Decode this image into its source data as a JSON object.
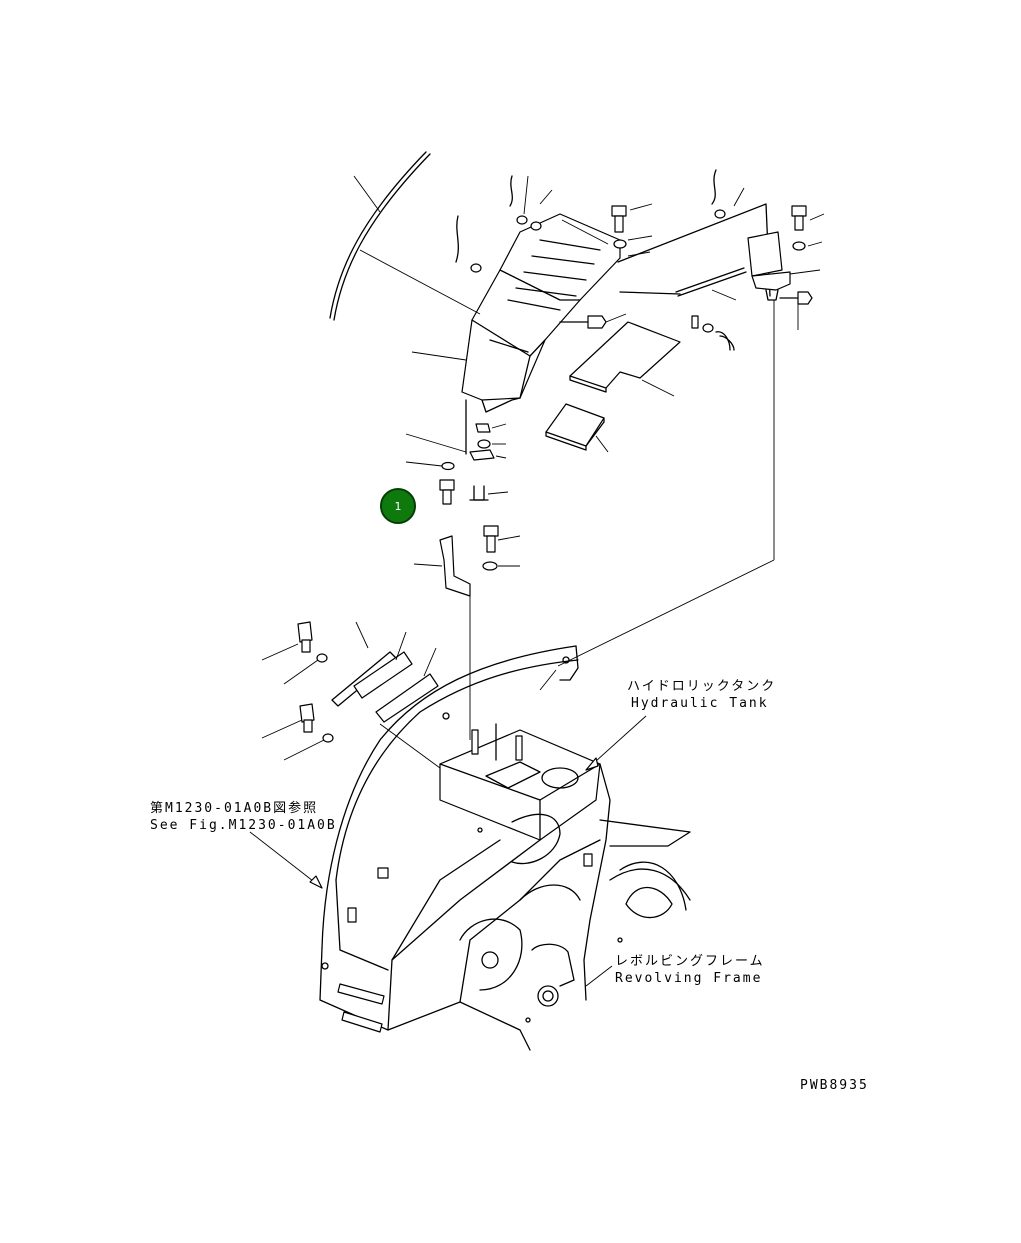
{
  "callouts": [
    {
      "number": "1",
      "color": "#0e7a0e"
    }
  ],
  "labels": {
    "hydraulic_tank_jp": "ハイドロリックタンク",
    "hydraulic_tank_en": "Hydraulic Tank",
    "see_fig_jp": "第M1230-01A0B図参照",
    "see_fig_en": "See Fig.M1230-01A0B",
    "revolving_frame_jp": "レボルビングフレーム",
    "revolving_frame_en": "Revolving Frame",
    "drawing_code": "PWB8935"
  }
}
